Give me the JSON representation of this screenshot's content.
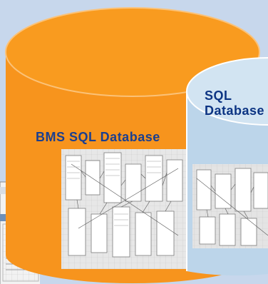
{
  "colors": {
    "background": "#c7d7ec",
    "primary_db_fill": "#f7941d",
    "primary_db_top": "#f99b1f",
    "primary_db_edge": "#fbc278",
    "secondary_db_fill": "#bcd5ea",
    "secondary_db_top": "#d2e4f2",
    "secondary_db_edge": "#ffffff",
    "label_text": "#1b3f8f"
  },
  "databases": [
    {
      "id": "primary",
      "label": "BMS SQL Database",
      "icon": "database-cylinder-icon"
    },
    {
      "id": "secondary",
      "label": "SQL Database",
      "icon": "database-cylinder-icon"
    }
  ],
  "thumbnails": [
    {
      "id": "orange-schema",
      "icon": "schema-diagram-screenshot-icon"
    },
    {
      "id": "blue-schema",
      "icon": "schema-diagram-screenshot-icon"
    },
    {
      "id": "left-app",
      "icon": "application-window-screenshot-icon"
    }
  ]
}
